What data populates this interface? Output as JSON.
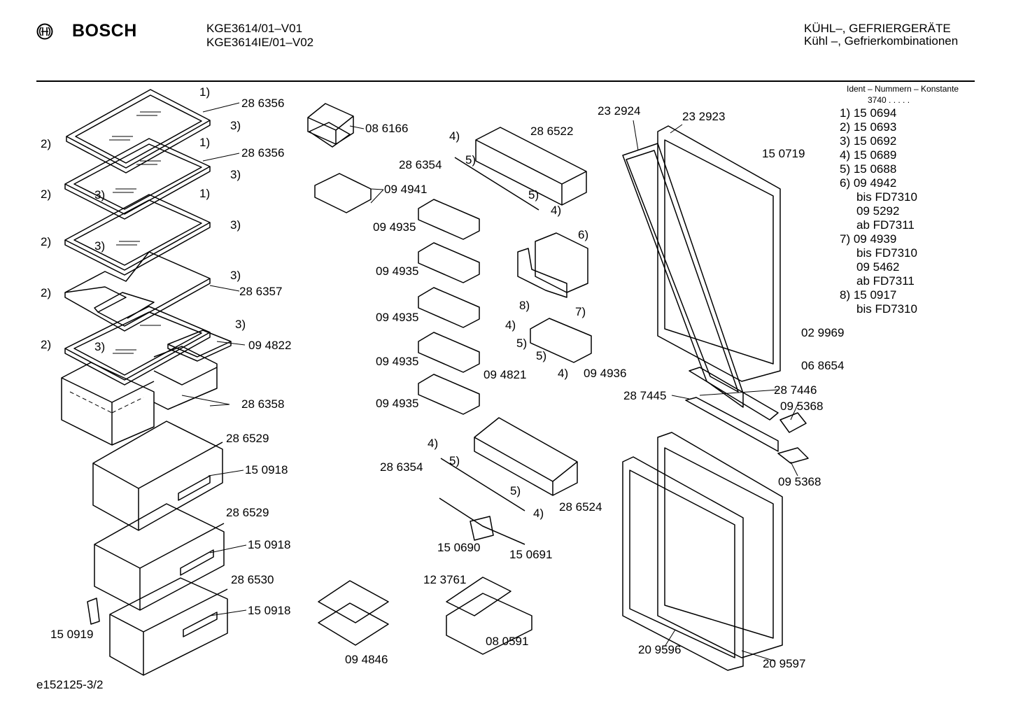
{
  "header": {
    "brand": "BOSCH",
    "models": [
      "KGE3614/01–V01",
      "KGE3614IE/01–V02"
    ],
    "category_line1": "KÜHL–, GEFRIERGERÄTE",
    "category_line2": "Kühl –, Gefrierkombinationen"
  },
  "ident": {
    "title": "Ident – Nummern – Konstante",
    "constant": "3740  .  .  .  .  .",
    "items": [
      "1)  15 0694",
      "2)  15 0693",
      "3)  15 0692",
      "4)  15 0689",
      "5)  15 0688",
      "6)  09 4942",
      "bis FD7310",
      "09 5292",
      "ab FD7311",
      "7)  09 4939",
      "bis FD7310",
      "09 5462",
      "ab FD7311",
      "8)  15 0917",
      "bis FD7310"
    ]
  },
  "parts": [
    {
      "id": "p1",
      "text": "1)"
    },
    {
      "id": "p2",
      "text": "28 6356"
    },
    {
      "id": "p3",
      "text": "3)"
    },
    {
      "id": "p4",
      "text": "2)"
    },
    {
      "id": "p5",
      "text": "1)"
    },
    {
      "id": "p6",
      "text": "28 6356"
    },
    {
      "id": "p7",
      "text": "3)"
    },
    {
      "id": "p8",
      "text": "3)"
    },
    {
      "id": "p9",
      "text": "2)"
    },
    {
      "id": "p10",
      "text": "1)"
    },
    {
      "id": "p11",
      "text": "3)"
    },
    {
      "id": "p12",
      "text": "2)"
    },
    {
      "id": "p13",
      "text": "3)"
    },
    {
      "id": "p14",
      "text": "3)"
    },
    {
      "id": "p15",
      "text": "28 6357"
    },
    {
      "id": "p16",
      "text": "2)"
    },
    {
      "id": "p17",
      "text": "3)"
    },
    {
      "id": "p18",
      "text": "2)"
    },
    {
      "id": "p19",
      "text": "3)"
    },
    {
      "id": "p20",
      "text": "09 4822"
    },
    {
      "id": "p21",
      "text": "28 6358"
    },
    {
      "id": "p22",
      "text": "28 6529"
    },
    {
      "id": "p23",
      "text": "15 0918"
    },
    {
      "id": "p24",
      "text": "28 6529"
    },
    {
      "id": "p25",
      "text": "15 0918"
    },
    {
      "id": "p26",
      "text": "28 6530"
    },
    {
      "id": "p27",
      "text": "15 0918"
    },
    {
      "id": "p28",
      "text": "15 0919"
    },
    {
      "id": "p29",
      "text": "08 6166"
    },
    {
      "id": "p30",
      "text": "09 4941"
    },
    {
      "id": "p31",
      "text": "09 4935"
    },
    {
      "id": "p32",
      "text": "09 4935"
    },
    {
      "id": "p33",
      "text": "09 4935"
    },
    {
      "id": "p34",
      "text": "09 4935"
    },
    {
      "id": "p35",
      "text": "09 4935"
    },
    {
      "id": "p36",
      "text": "4)"
    },
    {
      "id": "p37",
      "text": "28 6522"
    },
    {
      "id": "p38",
      "text": "28 6354"
    },
    {
      "id": "p39",
      "text": "5)"
    },
    {
      "id": "p40",
      "text": "5)"
    },
    {
      "id": "p41",
      "text": "4)"
    },
    {
      "id": "p42",
      "text": "6)"
    },
    {
      "id": "p43",
      "text": "8)"
    },
    {
      "id": "p44",
      "text": "7)"
    },
    {
      "id": "p45",
      "text": "4)"
    },
    {
      "id": "p46",
      "text": "5)"
    },
    {
      "id": "p47",
      "text": "5)"
    },
    {
      "id": "p48",
      "text": "4)"
    },
    {
      "id": "p49",
      "text": "09 4821"
    },
    {
      "id": "p50",
      "text": "09 4936"
    },
    {
      "id": "p51",
      "text": "4)"
    },
    {
      "id": "p52",
      "text": "5)"
    },
    {
      "id": "p53",
      "text": "28 6354"
    },
    {
      "id": "p54",
      "text": "5)"
    },
    {
      "id": "p55",
      "text": "4)"
    },
    {
      "id": "p56",
      "text": "28 6524"
    },
    {
      "id": "p57",
      "text": "15 0690"
    },
    {
      "id": "p58",
      "text": "15 0691"
    },
    {
      "id": "p59",
      "text": "12 3761"
    },
    {
      "id": "p60",
      "text": "08 0591"
    },
    {
      "id": "p61",
      "text": "09 4846"
    },
    {
      "id": "p62",
      "text": "23 2924"
    },
    {
      "id": "p63",
      "text": "23 2923"
    },
    {
      "id": "p64",
      "text": "15 0719"
    },
    {
      "id": "p65",
      "text": "02 9969"
    },
    {
      "id": "p66",
      "text": "06 8654"
    },
    {
      "id": "p67",
      "text": "28 7446"
    },
    {
      "id": "p68",
      "text": "28 7445"
    },
    {
      "id": "p69",
      "text": "09 5368"
    },
    {
      "id": "p70",
      "text": "09 5368"
    },
    {
      "id": "p71",
      "text": "20 9596"
    },
    {
      "id": "p72",
      "text": "20 9597"
    }
  ],
  "footer": {
    "code": "e152125-3/2"
  }
}
